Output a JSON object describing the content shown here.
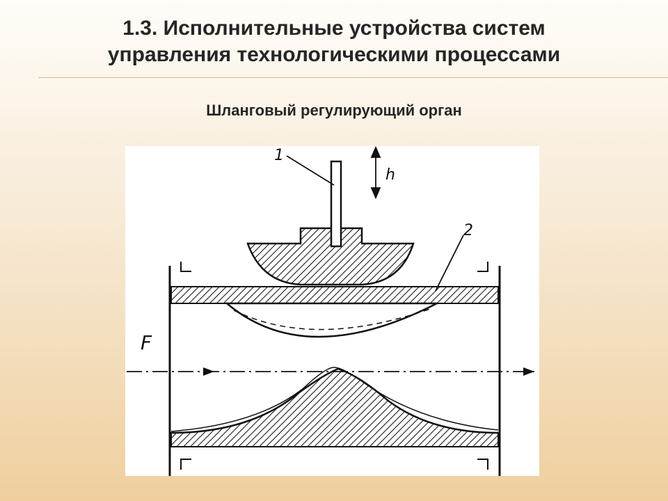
{
  "slide": {
    "title_line1": "1.3. Исполнительные устройства систем",
    "title_line2": "управления технологическими процессами",
    "subtitle": "Шланговый регулирующий орган"
  },
  "diagram": {
    "callout_1": "1",
    "callout_2": "2",
    "stroke_label": "h",
    "flow_label": "F"
  },
  "colors": {
    "ink": "#111111",
    "hatch": "#1a1a1a",
    "title_text": "#262626",
    "background_top": "#fffdf9",
    "background_bottom": "#efcf9e"
  }
}
